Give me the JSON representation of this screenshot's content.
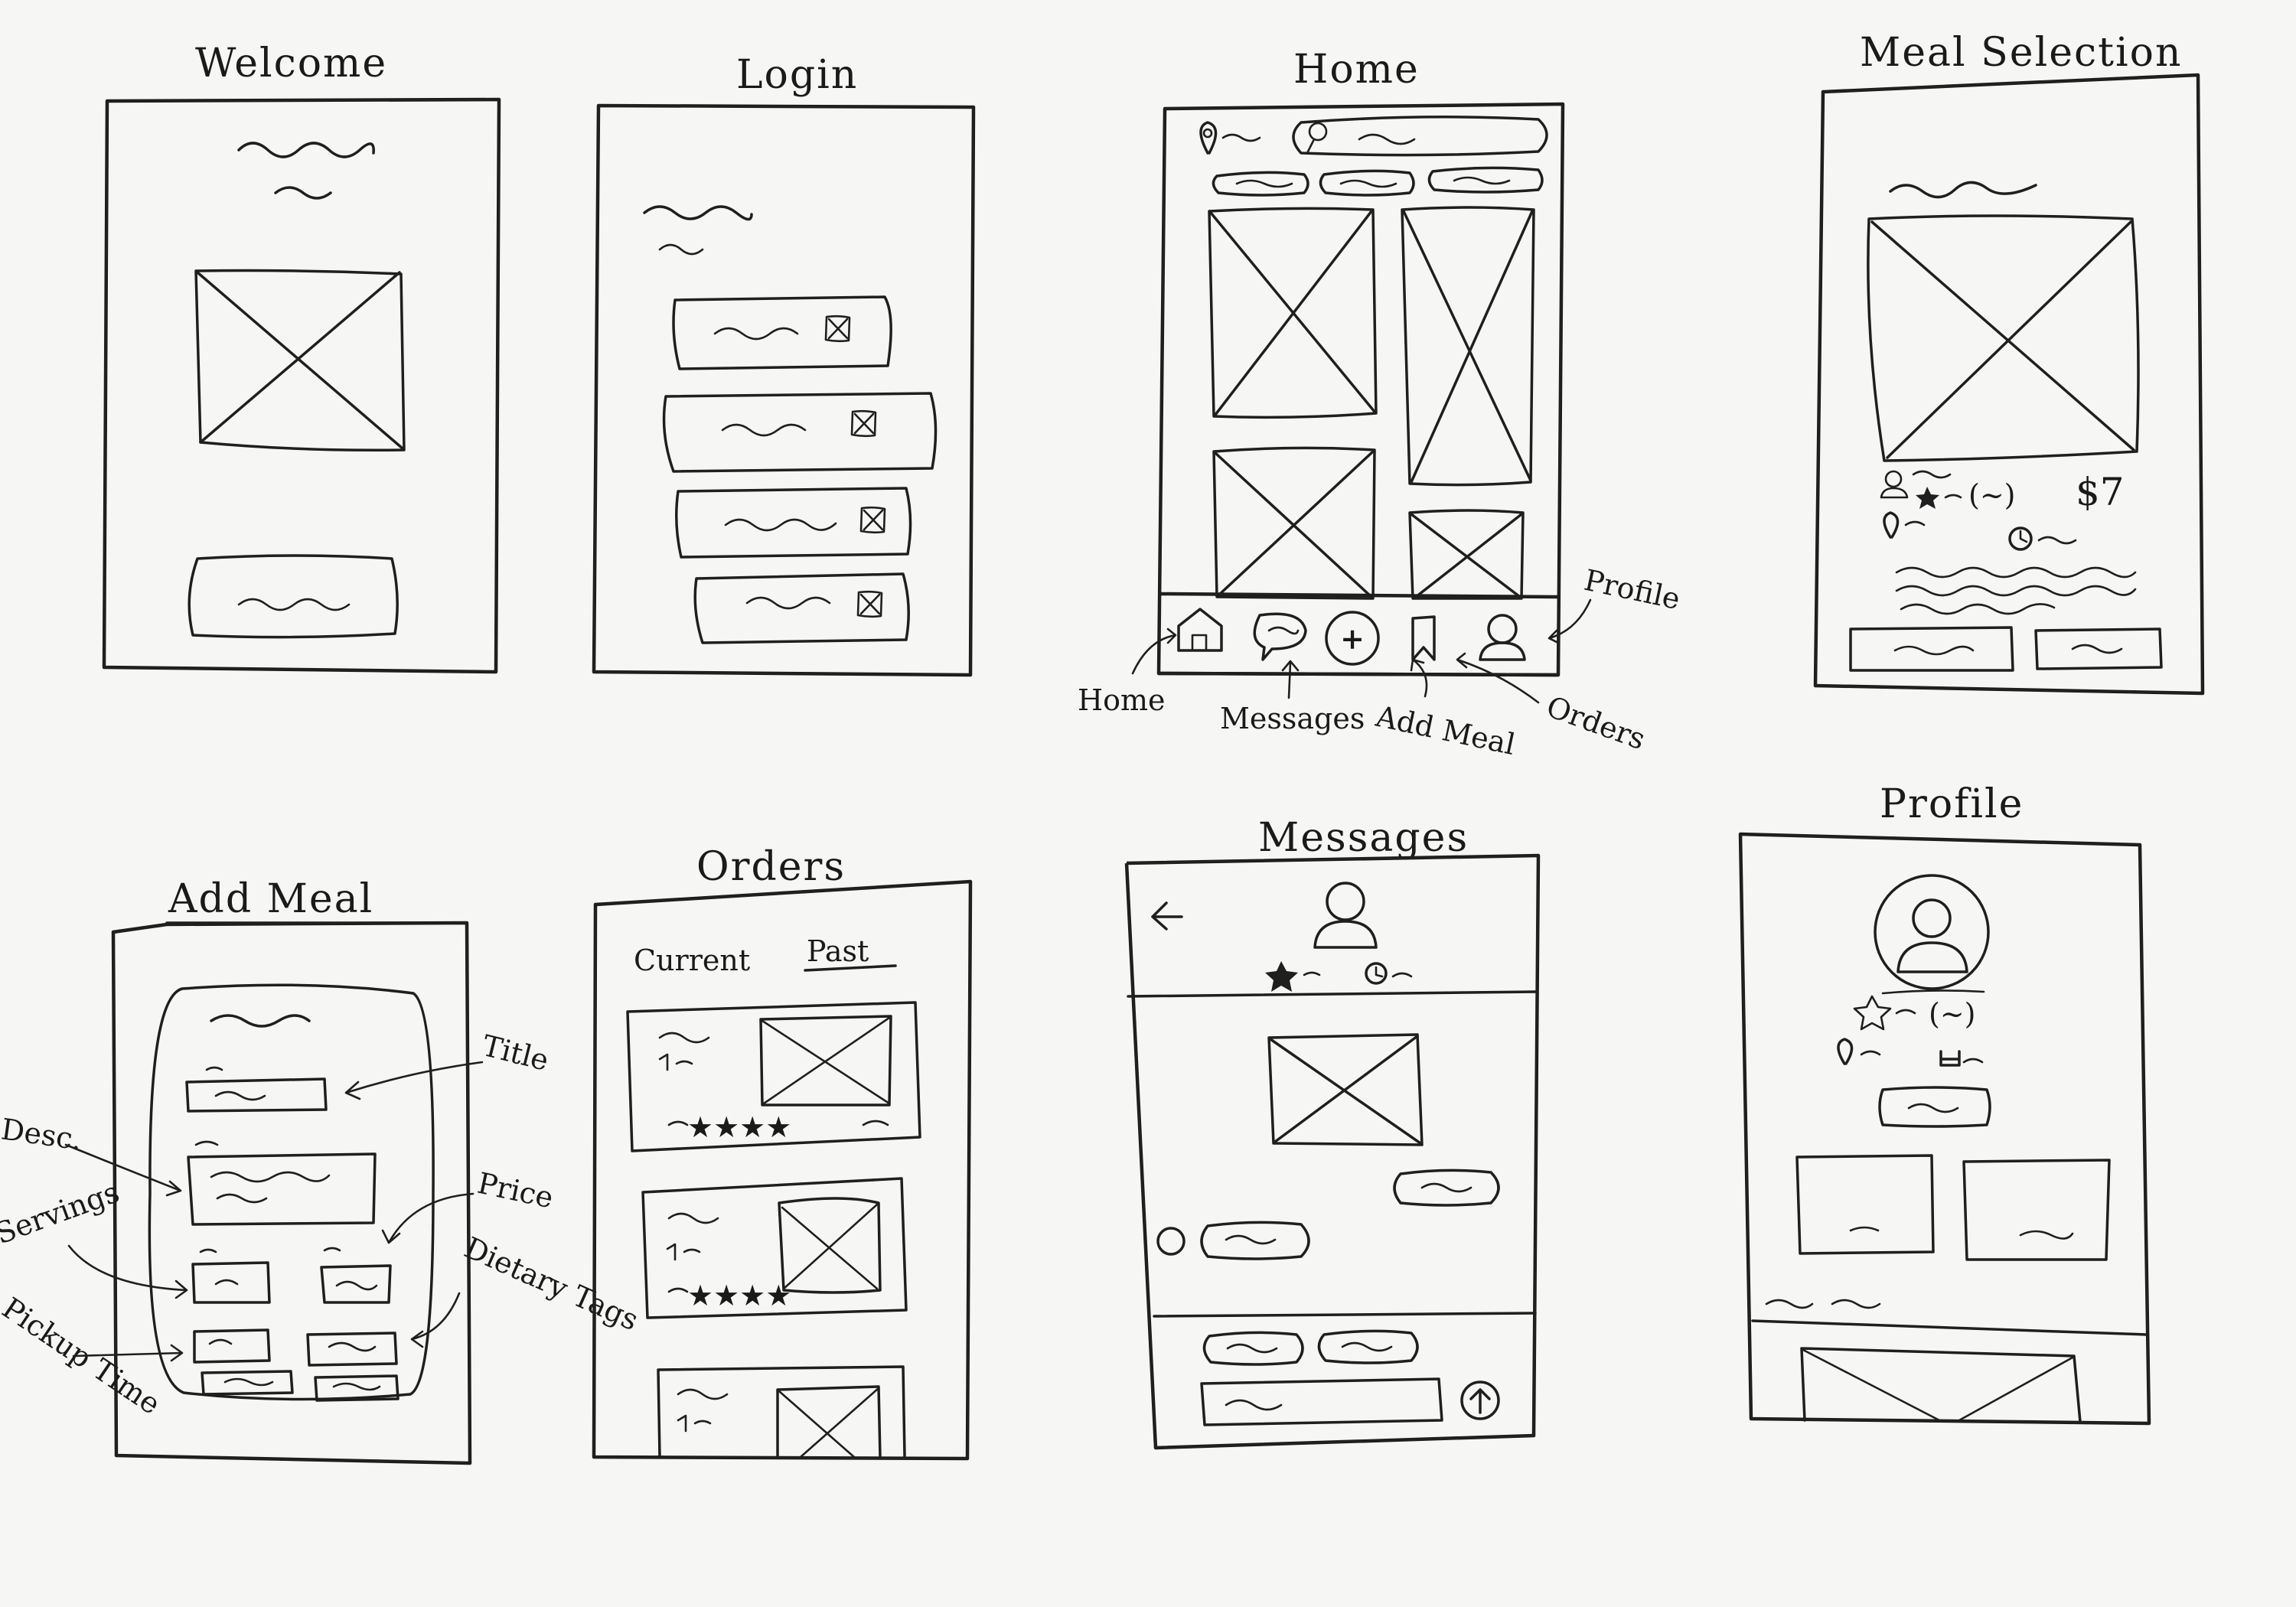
{
  "screens": {
    "welcome": {
      "title": "Welcome"
    },
    "login": {
      "title": "Login"
    },
    "home": {
      "title": "Home",
      "nav_labels": {
        "home": "Home",
        "messages": "Messages",
        "add_meal": "Add Meal",
        "orders": "Orders",
        "profile": "Profile"
      },
      "add_symbol": "+"
    },
    "meal_selection": {
      "title": "Meal Selection",
      "price": "$7",
      "rating_paren": "(~)"
    },
    "add_meal": {
      "title": "Add Meal",
      "labels": {
        "title": "Title",
        "desc": "Desc.",
        "price": "Price",
        "servings": "Servings",
        "dietary_tags": "Dietary Tags",
        "pickup_time": "Pickup Time"
      }
    },
    "orders": {
      "title": "Orders",
      "tabs": {
        "current": "Current",
        "past": "Past"
      },
      "stars": "★★★★"
    },
    "messages": {
      "title": "Messages"
    },
    "profile": {
      "title": "Profile",
      "rating_paren": "(~)"
    }
  },
  "colors": {
    "ink": "#1f1f1f",
    "paper": "#f6f6f4"
  }
}
